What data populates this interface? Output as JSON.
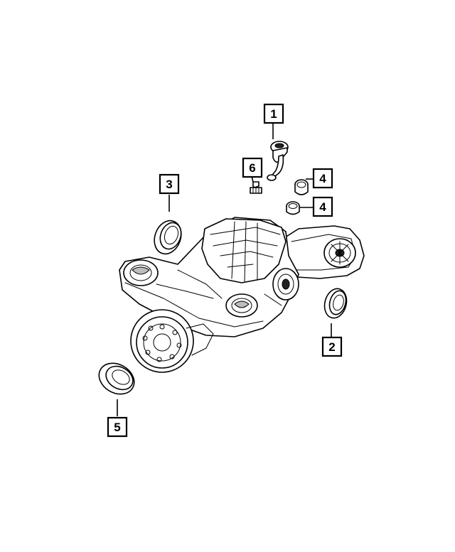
{
  "callouts": [
    {
      "id": "callout-1",
      "label": "1"
    },
    {
      "id": "callout-2",
      "label": "2"
    },
    {
      "id": "callout-3",
      "label": "3"
    },
    {
      "id": "callout-4a",
      "label": "4"
    },
    {
      "id": "callout-4b",
      "label": "4"
    },
    {
      "id": "callout-5",
      "label": "5"
    },
    {
      "id": "callout-6",
      "label": "6"
    }
  ],
  "colors": {
    "line": "#000000",
    "background": "#ffffff"
  }
}
